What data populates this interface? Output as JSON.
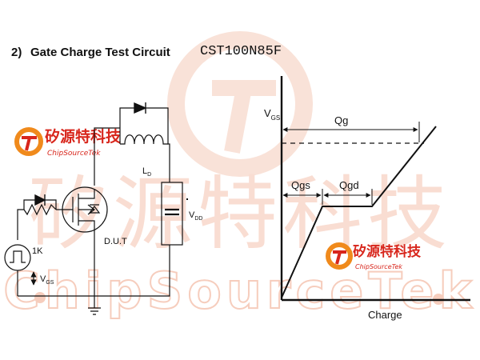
{
  "heading": {
    "number": "2)",
    "title": "Gate Charge Test Circuit",
    "part_number": "CST100N85F"
  },
  "watermark": {
    "cjk": "矽源特科技",
    "latin": "ChipSourceTek",
    "color": "#f4c9b8"
  },
  "logo": {
    "cjk": "矽源特科技",
    "latin": "ChipSourceTek",
    "orange": "#f08a1c",
    "red": "#d8261c"
  },
  "circuit": {
    "resistor_label": "1K",
    "vgs_label": "V",
    "vgs_sub": "GS",
    "inductor_label": "L",
    "inductor_sub": "D",
    "dut_label": "D.U.T",
    "vdd_label": "V",
    "vdd_sub": "DD"
  },
  "waveform": {
    "y_axis_label": "V",
    "y_axis_sub": "GS",
    "x_axis_label": "Charge",
    "qg_label": "Qg",
    "qgs_label": "Qgs",
    "qgd_label": "Qgd"
  }
}
